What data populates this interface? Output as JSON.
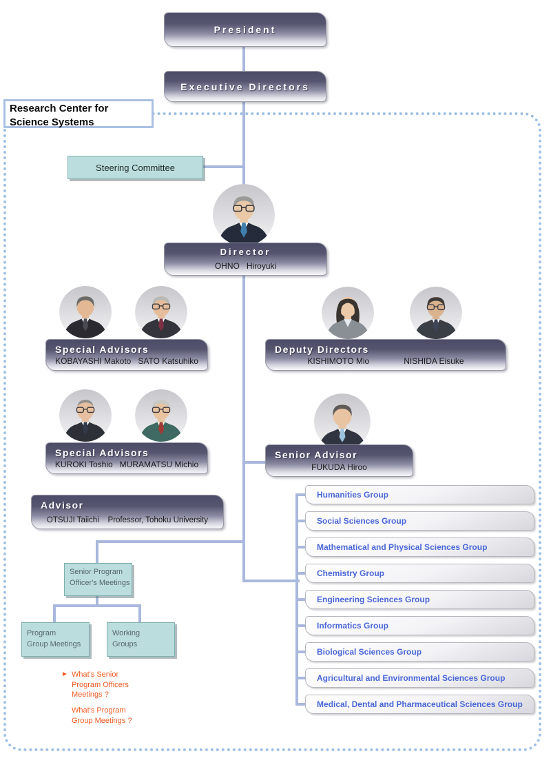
{
  "palette": {
    "line": "#a9b8dc",
    "dot": "#9fc0e6",
    "teal_bg": "#bcdddd",
    "orange": "#ef5b22",
    "group_text": "#4a67d8"
  },
  "top": {
    "president": "President",
    "executive_directors": "Executive Directors"
  },
  "region": {
    "label": "Research Center for\nScience Systems"
  },
  "steering": {
    "label": "Steering Committee"
  },
  "director": {
    "title": "Director",
    "name": "OHNO   Hiroyuki"
  },
  "special_advisors_1": {
    "title": "Special Advisors",
    "names": "KOBAYASHI Makoto   SATO Katsuhiko"
  },
  "deputy_directors": {
    "title": "Deputy Directors",
    "name1": "KISHIMOTO Mio",
    "name2": "NISHIDA Eisuke"
  },
  "special_advisors_2": {
    "title": "Special Advisors",
    "names": "KUROKI Toshio   MURAMATSU Michio"
  },
  "senior_advisor": {
    "title": "Senior Advisor",
    "name": "FUKUDA Hiroo"
  },
  "advisor": {
    "title": "Advisor",
    "names": "OTSUJI Taiichi    Professor, Tohoku University"
  },
  "meetings": {
    "senior_program_officers": "Senior Program\nOfficer's Meetings",
    "program_group": "Program\nGroup Meetings",
    "working_groups": "Working\nGroups"
  },
  "links": {
    "arrow": "►",
    "senior": "What's Senior\nProgram Officers\nMeetings ?",
    "program": "What's Program\nGroup Meetings ?"
  },
  "groups": {
    "items": [
      {
        "label": "Humanities Group"
      },
      {
        "label": "Social Sciences Group"
      },
      {
        "label": "Mathematical and Physical Sciences Group"
      },
      {
        "label": "Chemistry Group"
      },
      {
        "label": "Engineering Sciences Group"
      },
      {
        "label": "Informatics Group"
      },
      {
        "label": "Biological Sciences Group"
      },
      {
        "label": "Agricultural and Environmental Sciences Group"
      },
      {
        "label": "Medical, Dental and Pharmaceutical Sciences Group"
      }
    ]
  },
  "people": {
    "ohno": {
      "glasses": true,
      "hair": "#9a9a98",
      "skin": "#e9c9a8",
      "suit": "#252b3a",
      "tie": "#3e7fae",
      "shirt": "#ffffff"
    },
    "kobayashi": {
      "glasses": false,
      "hair": "#6b6b68",
      "skin": "#e2b895",
      "suit": "#2a2a30",
      "tie": "#4a4a52",
      "shirt": "#ffffff"
    },
    "sato": {
      "glasses": true,
      "hair": "#b9b9b6",
      "skin": "#e6bd9a",
      "suit": "#33343c",
      "tie": "#7a3040",
      "shirt": "#ffffff"
    },
    "kishimoto": {
      "female": true,
      "glasses": false,
      "hair": "#3a3430",
      "skin": "#ecc9a8",
      "suit": "#8a8f96",
      "shirt": "#e7ebf0"
    },
    "nishida": {
      "glasses": true,
      "hair": "#3f3b38",
      "skin": "#d9b28e",
      "suit": "#3a3f46",
      "tie": "#3c4456",
      "shirt": "#ffffff"
    },
    "kuroki": {
      "glasses": true,
      "bald": true,
      "hair": "#8f8f8c",
      "skin": "#e6c0a0",
      "suit": "#2e3038",
      "tie": "#333a4a",
      "shirt": "#ffffff"
    },
    "muramatsu": {
      "glasses": true,
      "hair": "#c9c9c6",
      "skin": "#e8c3a0",
      "suit": "#3e6a63",
      "tie": "#a23a34",
      "shirt": "#fbf6e8"
    },
    "fukuda": {
      "glasses": false,
      "hair": "#5f5b58",
      "skin": "#e8c4a2",
      "suit": "#2f3440",
      "tie": "#9cc3e0",
      "shirt": "#ffffff"
    }
  }
}
